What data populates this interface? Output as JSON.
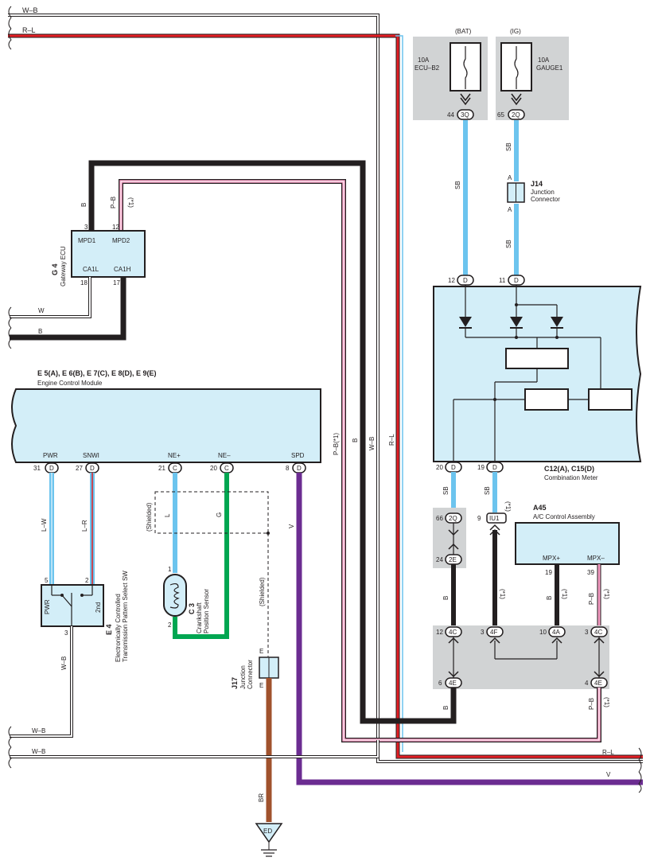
{
  "top_left": {
    "wire_wb": "W–B",
    "wire_rl": "R–L"
  },
  "fuses": {
    "bat": {
      "source": "(BAT)",
      "amp": "10A",
      "name": "ECU–B2",
      "pin": "44",
      "conn": "3Q",
      "wire": "SB"
    },
    "ig": {
      "source": "(IG)",
      "amp": "10A",
      "name": "GAUGE1",
      "pin": "65",
      "conn": "2Q",
      "wire": "SB"
    }
  },
  "j14": {
    "code": "J14",
    "title1": "Junction",
    "title2": "Connector",
    "pin_top": "A",
    "pin_bottom": "A",
    "wire_below": "SB"
  },
  "gateway": {
    "code": "G 4",
    "name": "Gateway ECU",
    "pins": {
      "mpd1": "MPD1",
      "mpd2": "MPD2",
      "ca1l": "CA1L",
      "ca1h": "CA1H"
    },
    "pin_nums": {
      "mpd1": "3",
      "mpd2": "12",
      "ca1l": "18",
      "ca1h": "17"
    },
    "wires": {
      "mpd1": "B",
      "mpd2": "P–B",
      "mpd2_note": "(*1)",
      "ca1l": "W",
      "ca1h": "B"
    }
  },
  "ecm": {
    "codes": "E 5(A), E 6(B), E 7(C), E 8(D), E 9(E)",
    "name": "Engine Control Module",
    "terms": [
      {
        "label": "PWR",
        "num": "31",
        "conn": "D",
        "wire": "L–W"
      },
      {
        "label": "SNWI",
        "num": "27",
        "conn": "D",
        "wire": "L–R"
      },
      {
        "label": "NE+",
        "num": "21",
        "conn": "C",
        "wire": "L"
      },
      {
        "label": "NE–",
        "num": "20",
        "conn": "C",
        "wire": "G"
      },
      {
        "label": "SPD",
        "num": "8",
        "conn": "D",
        "wire": "V"
      }
    ]
  },
  "shielded": {
    "a": "(Shielded)",
    "b": "(Shielded)"
  },
  "e4": {
    "code": "E 4",
    "line1": "Electronically Controlled",
    "line2": "Transmission Pattern Select SW",
    "pwr": "PWR",
    "second": "2nd",
    "pin5": "5",
    "pin2": "2",
    "pin3": "3",
    "wire": "W–B"
  },
  "c3": {
    "code": "C 3",
    "line1": "Crankshaft",
    "line2": "Position Sensor",
    "pin1": "1",
    "pin2": "2"
  },
  "j17": {
    "code": "J17",
    "line1": "Junction",
    "line2": "Connector",
    "pin_top": "E",
    "pin_bottom": "E",
    "wire": "BR",
    "ground": "ED"
  },
  "vertical_labels": {
    "pb1": "P–B(*1)",
    "b": "B",
    "wb": "W–B",
    "rl": "R–L"
  },
  "meter": {
    "codes": "C12(A), C15(D)",
    "name": "Combination Meter",
    "pin12": "12",
    "pin11": "11",
    "pin20": "20",
    "pin19": "19",
    "conn": "D",
    "wire20": "SB",
    "wire19": "SB",
    "note19": "(*1)"
  },
  "a45": {
    "code": "A45",
    "name": "A/C Control Assembly",
    "mpxp": "MPX+",
    "mpxm": "MPX–",
    "pin19": "19",
    "pin39": "39",
    "wire_p": "B",
    "note_p": "(*1)",
    "wire_m": "P–B",
    "note_m": "(*1)"
  },
  "junctions": {
    "c66": "66",
    "q2": "2Q",
    "c24": "24",
    "e2": "2E",
    "c9": "9",
    "iu1": "IU1",
    "j12": "12",
    "c4c": "4C",
    "j3": "3",
    "c4f": "4F",
    "j10": "10",
    "c4a": "4A",
    "j3b": "3",
    "c4c2": "4C",
    "j6": "6",
    "e4e": "4E",
    "j4": "4",
    "e4e2": "4E",
    "w_b1": "B",
    "w_b1n": "(*1)",
    "w_b2": "B",
    "w_b3": "B",
    "w_pb": "P–B",
    "w_pbn": "(*1)"
  },
  "bottom": {
    "wb1": "W–B",
    "wb2": "W–B",
    "rl": "R–L",
    "v": "V"
  },
  "colors": {
    "red": "#e31e24",
    "blue": "#6cc4ee",
    "pink": "#f49ac1",
    "green": "#00a651",
    "purple": "#6b2c91",
    "brown": "#a0522d",
    "box": "#d3eef8",
    "gray": "#d1d3d4"
  }
}
